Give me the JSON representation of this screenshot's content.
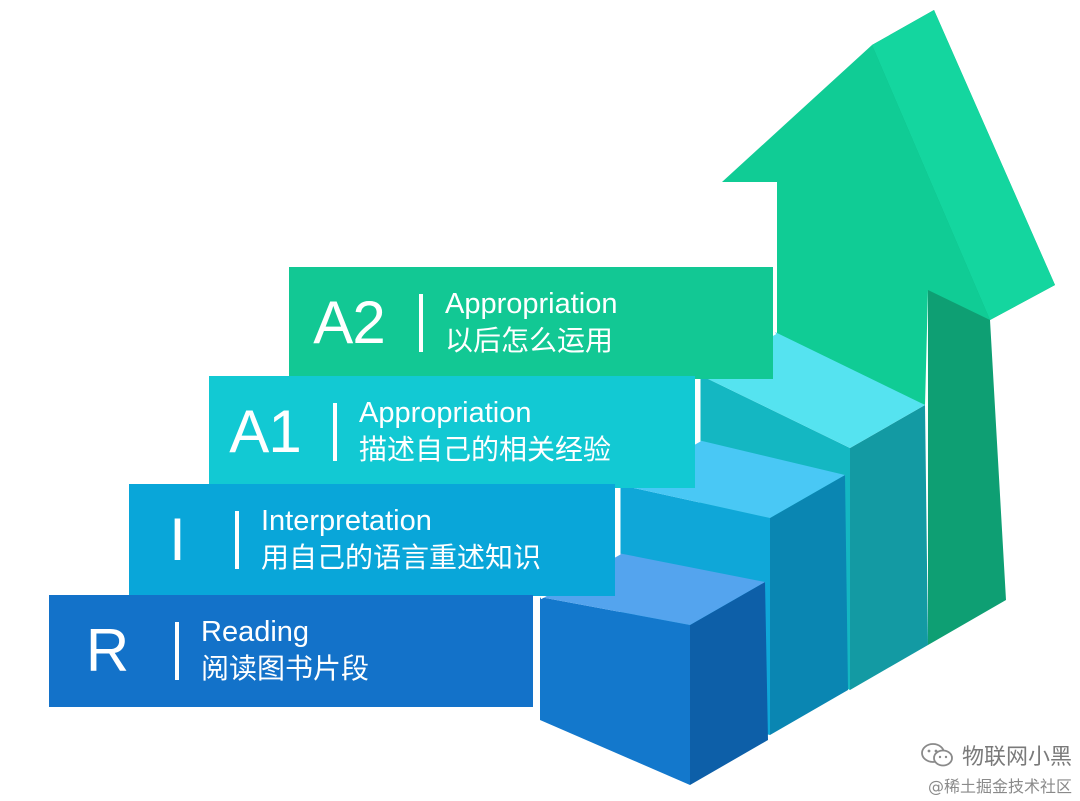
{
  "colors": {
    "a2": "#12c894",
    "a1": "#12c9d3",
    "i": "#09a6d9",
    "r": "#1372c9",
    "arrow_front": "#10cc95",
    "arrow_side": "#0e9f73"
  },
  "steps": {
    "a2": {
      "letter": "A2",
      "english": "Appropriation",
      "chinese": "以后怎么运用"
    },
    "a1": {
      "letter": "A1",
      "english": "Appropriation",
      "chinese": "描述自己的相关经验"
    },
    "i": {
      "letter": "I",
      "english": "Interpretation",
      "chinese": "用自己的语言重述知识"
    },
    "r": {
      "letter": "R",
      "english": "Reading",
      "chinese": "阅读图书片段"
    }
  },
  "watermark": {
    "icon": "wechat-icon",
    "account": "物联网小黑",
    "site": "@稀土掘金技术社区"
  }
}
